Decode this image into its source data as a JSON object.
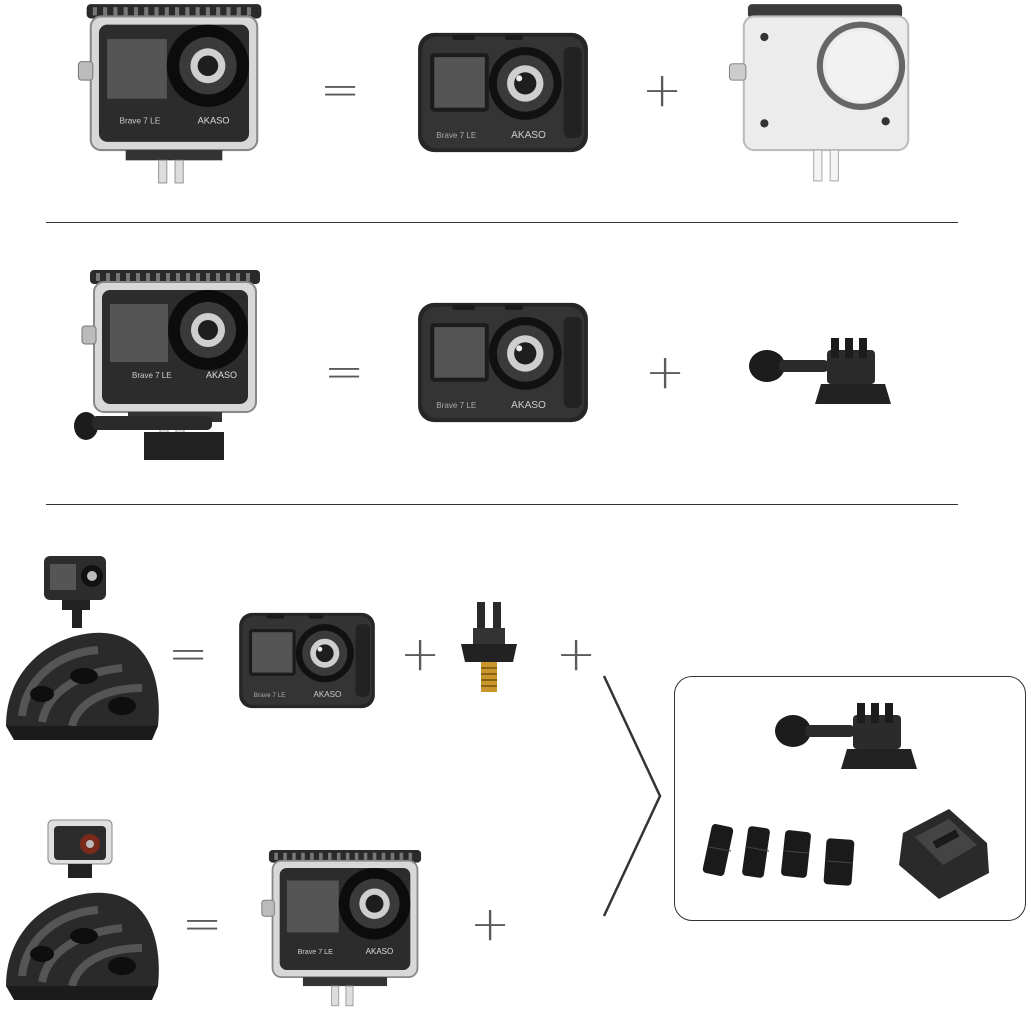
{
  "colors": {
    "body": "#2b2b2b",
    "body_light": "#3c3c3c",
    "screen": "#4a4a4a",
    "lens_ring": "#1a1a1a",
    "housing": "#e8e8e8",
    "divider": "#333333",
    "operator": "#5a5a5a"
  },
  "camera": {
    "model_label": "Brave 7 LE",
    "brand_label": "AKASO"
  },
  "operators": {
    "equals": "=",
    "plus": "+"
  },
  "rows": [
    {
      "result": "camera-in-waterproof-case",
      "parts": [
        "camera",
        "waterproof-case"
      ]
    },
    {
      "result": "camera-in-case-with-thumb-screw",
      "parts": [
        "camera",
        "thumb-screw-buckle"
      ]
    },
    {
      "result": "bare-camera-on-helmet",
      "parts": [
        "camera",
        "tripod-adapter",
        "helmet-mount-kit"
      ]
    },
    {
      "result": "cased-camera-on-helmet",
      "parts": [
        "camera-in-case",
        "helmet-mount-kit"
      ]
    }
  ],
  "helmet_mount_kit": {
    "items": [
      "thumb-screw-buckle",
      "velcro-straps",
      "curved-adhesive-mount"
    ]
  }
}
